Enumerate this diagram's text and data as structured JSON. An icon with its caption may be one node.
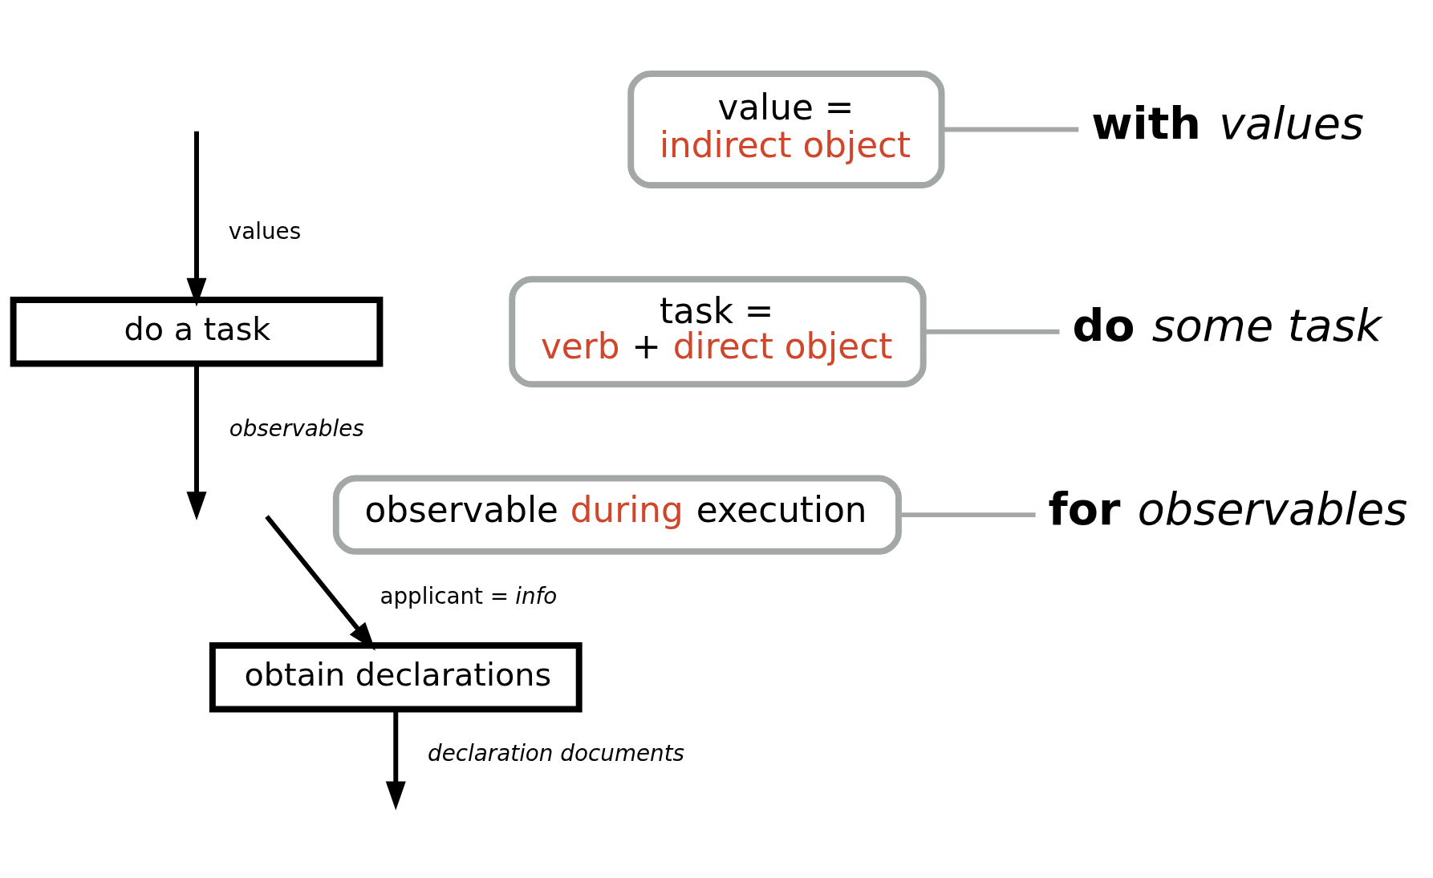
{
  "diagram": {
    "nodes": [
      {
        "text": [
          "do a task"
        ]
      },
      {
        "text": [
          "**with** *values*"
        ]
      },
      {
        "text": [
          "**do** *some task*"
        ]
      },
      {
        "text": [
          "**for** *observables*"
        ]
      },
      {
        "text": [
          "value =",
          "indirect object"
        ]
      },
      {
        "text": [
          "task =",
          "verb + direct object"
        ]
      },
      {
        "text": [
          "observable during execution"
        ]
      },
      {
        "text": [
          "obtain declarations"
        ]
      }
    ],
    "edges": [
      {
        "from": null,
        "to": 0,
        "arrow": "to",
        "label": "values"
      },
      {
        "from": 0,
        "to": null,
        "arrow": "to",
        "label": "*observables*"
      },
      {
        "from": 4,
        "to": 1,
        "arrow": "none",
        "color": "#a3a8a6"
      },
      {
        "from": 5,
        "to": 2,
        "arrow": "none",
        "color": "#a3a8a6"
      },
      {
        "from": 6,
        "to": 3,
        "arrow": "none",
        "color": "#a3a8a6"
      },
      {
        "from": null,
        "to": 7,
        "arrow": "to",
        "label": "applicant = *info*"
      },
      {
        "from": 7,
        "to": null,
        "arrow": "to",
        "label": "*declaration documents*"
      }
    ]
  }
}
